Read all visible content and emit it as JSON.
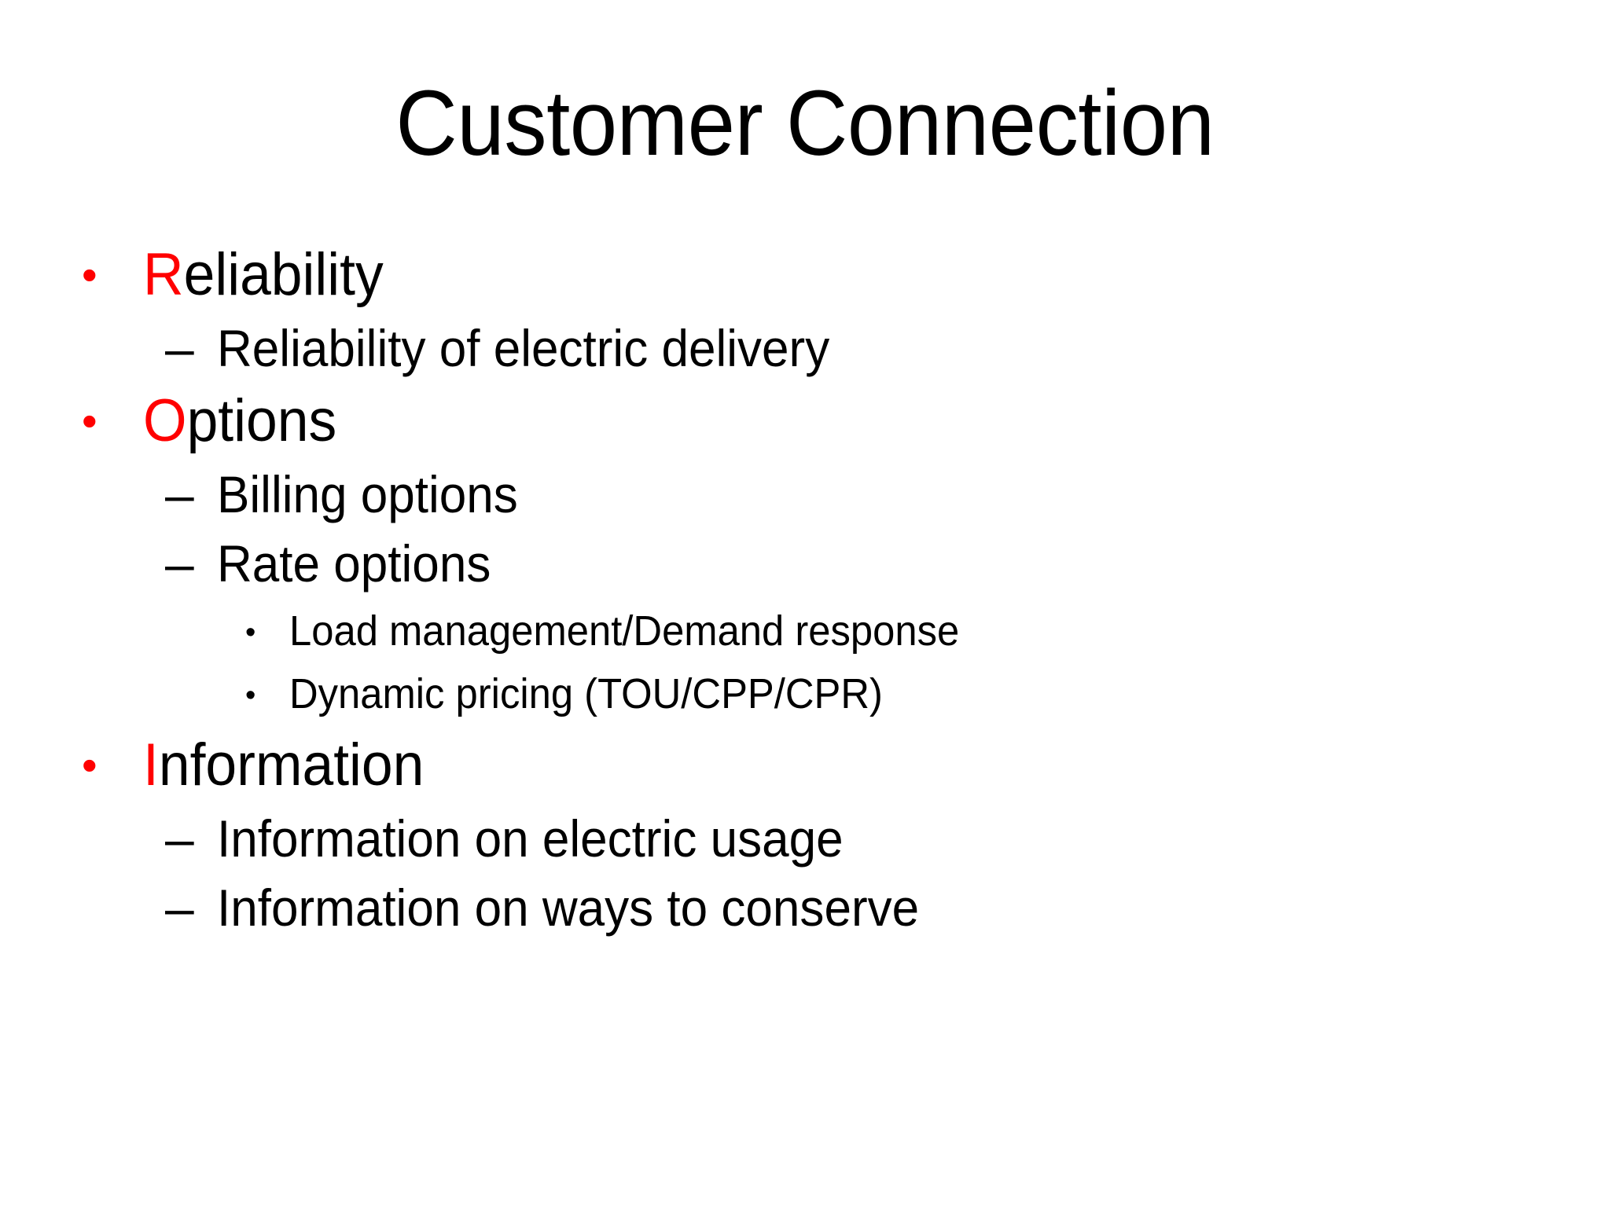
{
  "slide": {
    "title": "Customer Connection",
    "background_color": "#FFFFFF",
    "accent_color": "#FF0000",
    "text_color": "#000000",
    "markers": {
      "level1": "•",
      "level2": "–",
      "level3": "•"
    },
    "bullets": [
      {
        "level": 1,
        "first_letter": "R",
        "rest": "eliability",
        "full_text": "Reliability"
      },
      {
        "level": 2,
        "full_text": "Reliability of electric delivery"
      },
      {
        "level": 1,
        "first_letter": "O",
        "rest": "ptions",
        "full_text": "Options"
      },
      {
        "level": 2,
        "full_text": "Billing options"
      },
      {
        "level": 2,
        "full_text": "Rate options"
      },
      {
        "level": 3,
        "full_text": "Load management/Demand response"
      },
      {
        "level": 3,
        "full_text": "Dynamic pricing (TOU/CPP/CPR)"
      },
      {
        "level": 1,
        "first_letter": "I",
        "rest": "nformation",
        "full_text": "Information"
      },
      {
        "level": 2,
        "full_text": "Information on electric usage"
      },
      {
        "level": 2,
        "full_text": "Information on ways to conserve"
      }
    ]
  }
}
